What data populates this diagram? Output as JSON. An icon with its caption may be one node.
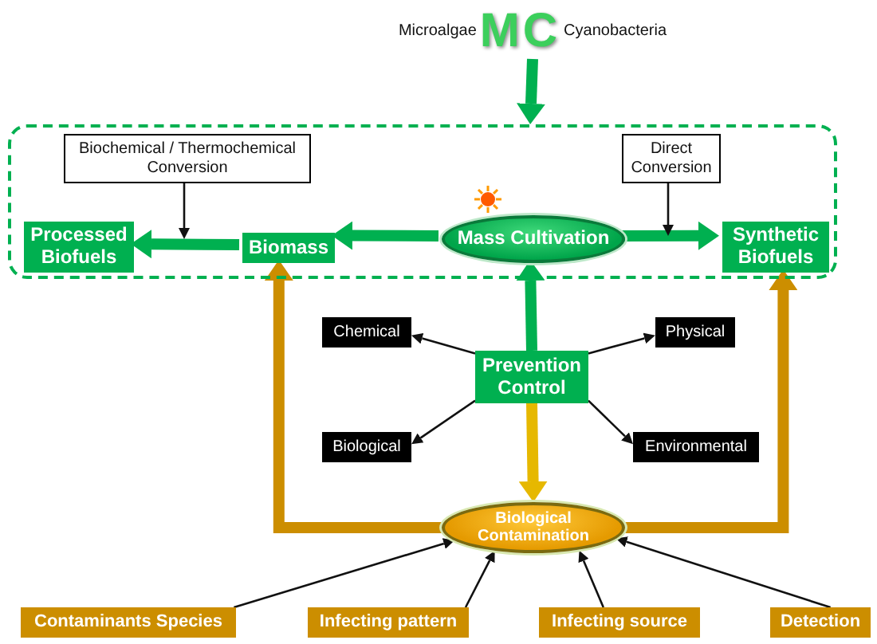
{
  "diagram": {
    "nodes": [
      {
        "text": [
          "Microalgae",
          "MC",
          "Cyanobacteria"
        ]
      },
      {
        "text": [],
        "shape": "box"
      },
      {
        "text": [
          "Biochemical / Thermochemical Conversion"
        ],
        "in": 1
      },
      {
        "text": [
          "Direct Conversion"
        ],
        "in": 1
      },
      {
        "text": [
          "Processed Biofuels"
        ],
        "in": 1
      },
      {
        "text": [
          "Biomass"
        ],
        "in": 1
      },
      {
        "text": [
          "Mass Cultivation"
        ],
        "in": 1
      },
      {
        "text": [
          "Synthetic Biofuels"
        ],
        "in": 1
      },
      {
        "text": [
          "Chemical"
        ]
      },
      {
        "text": [
          "Physical"
        ]
      },
      {
        "text": [
          "Prevention Control"
        ]
      },
      {
        "text": [
          "Biological"
        ]
      },
      {
        "text": [
          "Environmental"
        ]
      },
      {
        "text": [
          "Biological Contamination"
        ]
      },
      {
        "text": [
          "Contaminants Species"
        ]
      },
      {
        "text": [
          "Infecting pattern"
        ]
      },
      {
        "text": [
          "Infecting source"
        ]
      },
      {
        "text": [
          "Detection"
        ]
      }
    ],
    "edges": [
      {
        "from": 0,
        "to": 1,
        "arrow": "to",
        "style": "thick",
        "color": "#00b050"
      },
      {
        "from": 6,
        "to": 5,
        "arrow": "to",
        "style": "thick",
        "color": "#00b050"
      },
      {
        "from": 5,
        "to": 4,
        "arrow": "to",
        "style": "thick",
        "color": "#00b050"
      },
      {
        "from": 6,
        "to": 7,
        "arrow": "to",
        "style": "thick",
        "color": "#00b050"
      },
      {
        "from": 2,
        "to": null,
        "arrow": "to"
      },
      {
        "from": 3,
        "to": null,
        "arrow": "to"
      },
      {
        "from": 10,
        "to": 6,
        "arrow": "to",
        "style": "thick",
        "color": "#00b050"
      },
      {
        "from": 10,
        "to": 13,
        "arrow": "to",
        "style": "thick",
        "color": "#e6b800"
      },
      {
        "from": 10,
        "to": 8,
        "arrow": "to"
      },
      {
        "from": 10,
        "to": 9,
        "arrow": "to"
      },
      {
        "from": 10,
        "to": 11,
        "arrow": "to"
      },
      {
        "from": 10,
        "to": 12,
        "arrow": "to"
      },
      {
        "from": 13,
        "to": 5,
        "arrow": "to",
        "style": "thick",
        "color": "#cc8e00"
      },
      {
        "from": 13,
        "to": 7,
        "arrow": "to",
        "style": "thick",
        "color": "#cc8e00"
      },
      {
        "from": 14,
        "to": 13,
        "arrow": "to"
      },
      {
        "from": 15,
        "to": 13,
        "arrow": "to"
      },
      {
        "from": 16,
        "to": 13,
        "arrow": "to"
      },
      {
        "from": 17,
        "to": 13,
        "arrow": "to"
      }
    ]
  }
}
